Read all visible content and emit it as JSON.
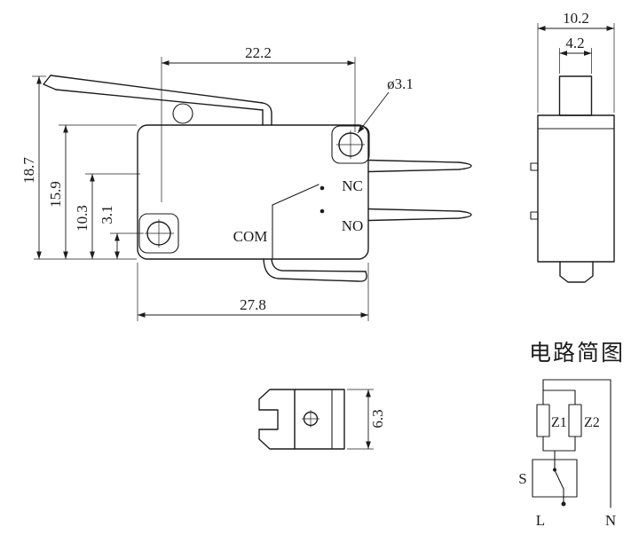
{
  "drawing": {
    "colors": {
      "background": "#ffffff",
      "line": "#1c1c1c"
    },
    "front_view": {
      "dim_width_top": "22.2",
      "dim_hole_diameter": "ø3.1",
      "dim_height_total": "18.7",
      "dim_height_body": "15.9",
      "dim_height_mid": "10.3",
      "dim_height_hole": "3.1",
      "dim_width_bottom": "27.8",
      "terminal_nc": "NC",
      "terminal_no": "NO",
      "terminal_com": "COM"
    },
    "side_view": {
      "dim_body_width": "10.2",
      "dim_button_width": "4.2"
    },
    "terminal_detail": {
      "dim_height": "6.3"
    },
    "circuit": {
      "title": "电路简图",
      "z1": "Z1",
      "z2": "Z2",
      "switch": "S",
      "live": "L",
      "neutral": "N"
    }
  }
}
